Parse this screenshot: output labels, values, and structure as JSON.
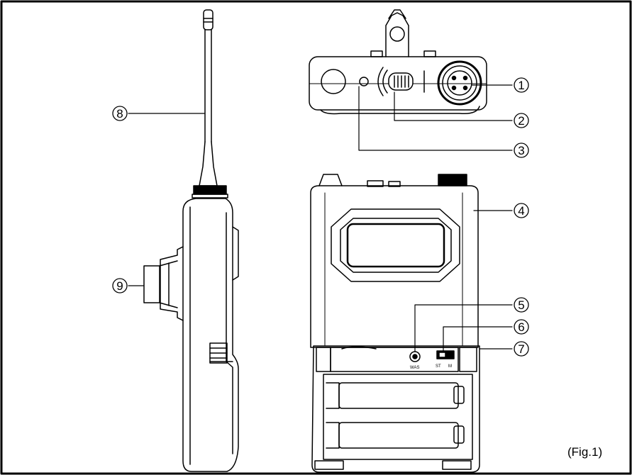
{
  "figure": {
    "label": "(Fig.1)"
  },
  "callouts": [
    "1",
    "2",
    "3",
    "4",
    "5",
    "6",
    "7",
    "8",
    "9"
  ],
  "panel_labels": {
    "knob": "WAS",
    "switch_a": "ST",
    "switch_b": "M"
  }
}
